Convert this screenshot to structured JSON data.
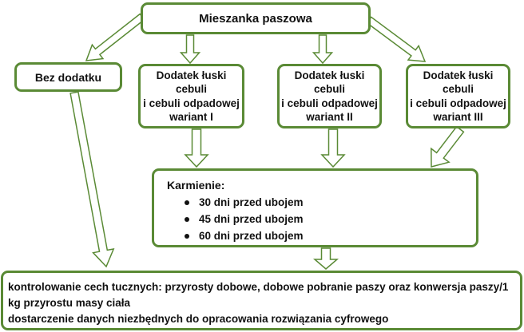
{
  "diagram": {
    "top": {
      "label": "Mieszanka paszowa"
    },
    "no_additive": {
      "label": "Bez dodatku"
    },
    "variants": [
      {
        "lines": [
          "Dodatek łuski",
          "cebuli",
          "i cebuli odpadowej",
          "wariant I"
        ]
      },
      {
        "lines": [
          "Dodatek łuski",
          "cebuli",
          "i cebuli odpadowej",
          "wariant II"
        ]
      },
      {
        "lines": [
          "Dodatek łuski",
          "cebuli",
          "i cebuli odpadowej",
          "wariant III"
        ]
      }
    ],
    "feeding": {
      "title": "Karmienie:",
      "items": [
        "30 dni przed ubojem",
        "45 dni przed ubojem",
        "60 dni przed ubojem"
      ]
    },
    "outcome": {
      "lines": [
        "kontrolowanie cech tucznych: przyrosty dobowe, dobowe pobranie paszy oraz konwersja paszy/1 kg przyrostu masy ciała",
        "dostarczenie danych niezbędnych do opracowania rozwiązania cyfrowego"
      ]
    },
    "colors": {
      "border": "#5a8a35",
      "arrow": "#5a8a35",
      "text": "#111111"
    }
  }
}
